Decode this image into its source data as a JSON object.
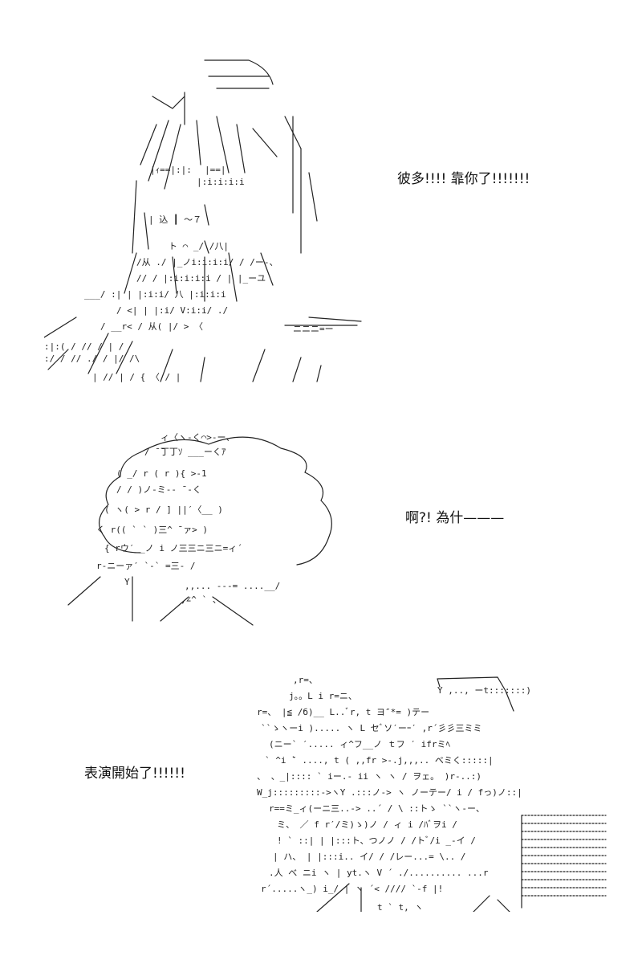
{
  "panels": [
    {
      "caption": "彼多!!!!  靠你了!!!!!!!"
    },
    {
      "caption": "啊?!  為什———"
    },
    {
      "caption": "表演開始了!!!!!!"
    }
  ],
  "colors": {
    "background": "#ffffff",
    "ink": "#222222"
  }
}
